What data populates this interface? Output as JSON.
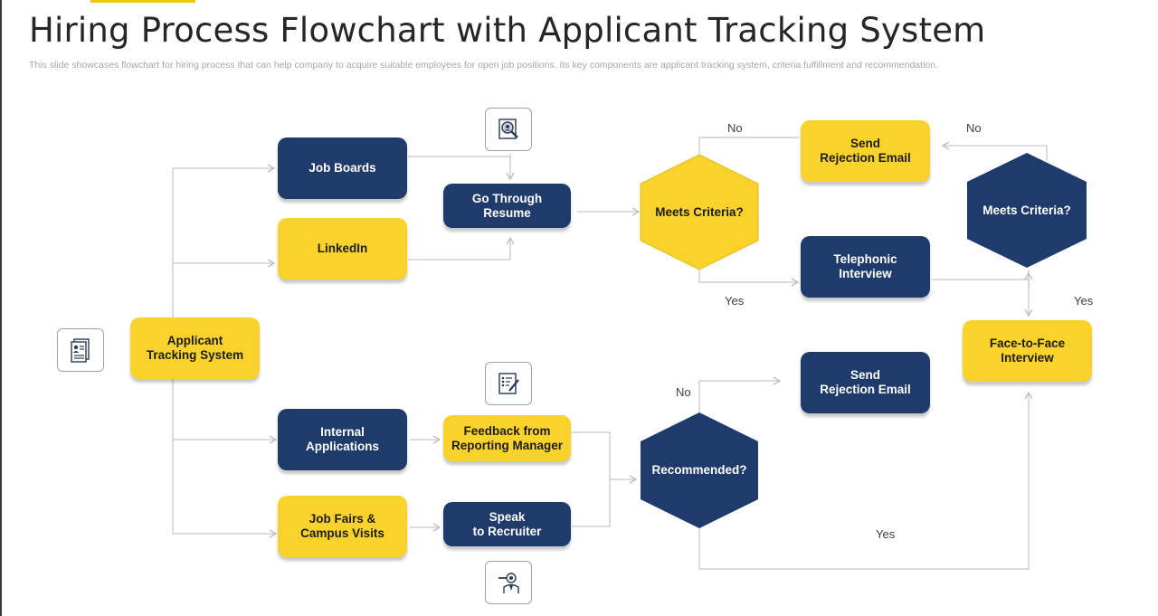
{
  "header": {
    "title": "Hiring Process Flowchart with Applicant Tracking System",
    "subtitle": "This slide showcases flowchart for hiring process that can help company to  acquire suitable employees for open job positions. Its key  components are applicant tracking system, criteria fulfillment and recommendation."
  },
  "colors": {
    "navy": "#1f3b6b",
    "gold": "#f9d22b",
    "connector": "#c8c8c8"
  },
  "nodes": {
    "ats": "Applicant\nTracking System",
    "job_boards": "Job Boards",
    "linkedin": "LinkedIn",
    "internal_applications": "Internal\nApplications",
    "job_fairs": "Job Fairs &\nCampus Visits",
    "go_through_resume": "Go Through\nResume",
    "feedback": "Feedback from\nReporting Manager",
    "speak_recruiter": "Speak\nto Recruiter",
    "meets_criteria_1": "Meets Criteria?",
    "meets_criteria_2": "Meets Criteria?",
    "recommended": "Recommended?",
    "send_rejection_1": "Send\nRejection Email",
    "send_rejection_2": "Send\nRejection Email",
    "telephonic": "Telephonic\nInterview",
    "face_to_face": "Face-to-Face\nInterview"
  },
  "edge_labels": {
    "no_1": "No",
    "yes_1": "Yes",
    "no_2": "No",
    "yes_2": "Yes",
    "no_3": "No",
    "yes_3": "Yes"
  },
  "icons": {
    "ats": "resume-document-icon",
    "resume_review": "resume-search-icon",
    "feedback": "feedback-form-icon",
    "recruiter": "recruiter-person-icon"
  }
}
